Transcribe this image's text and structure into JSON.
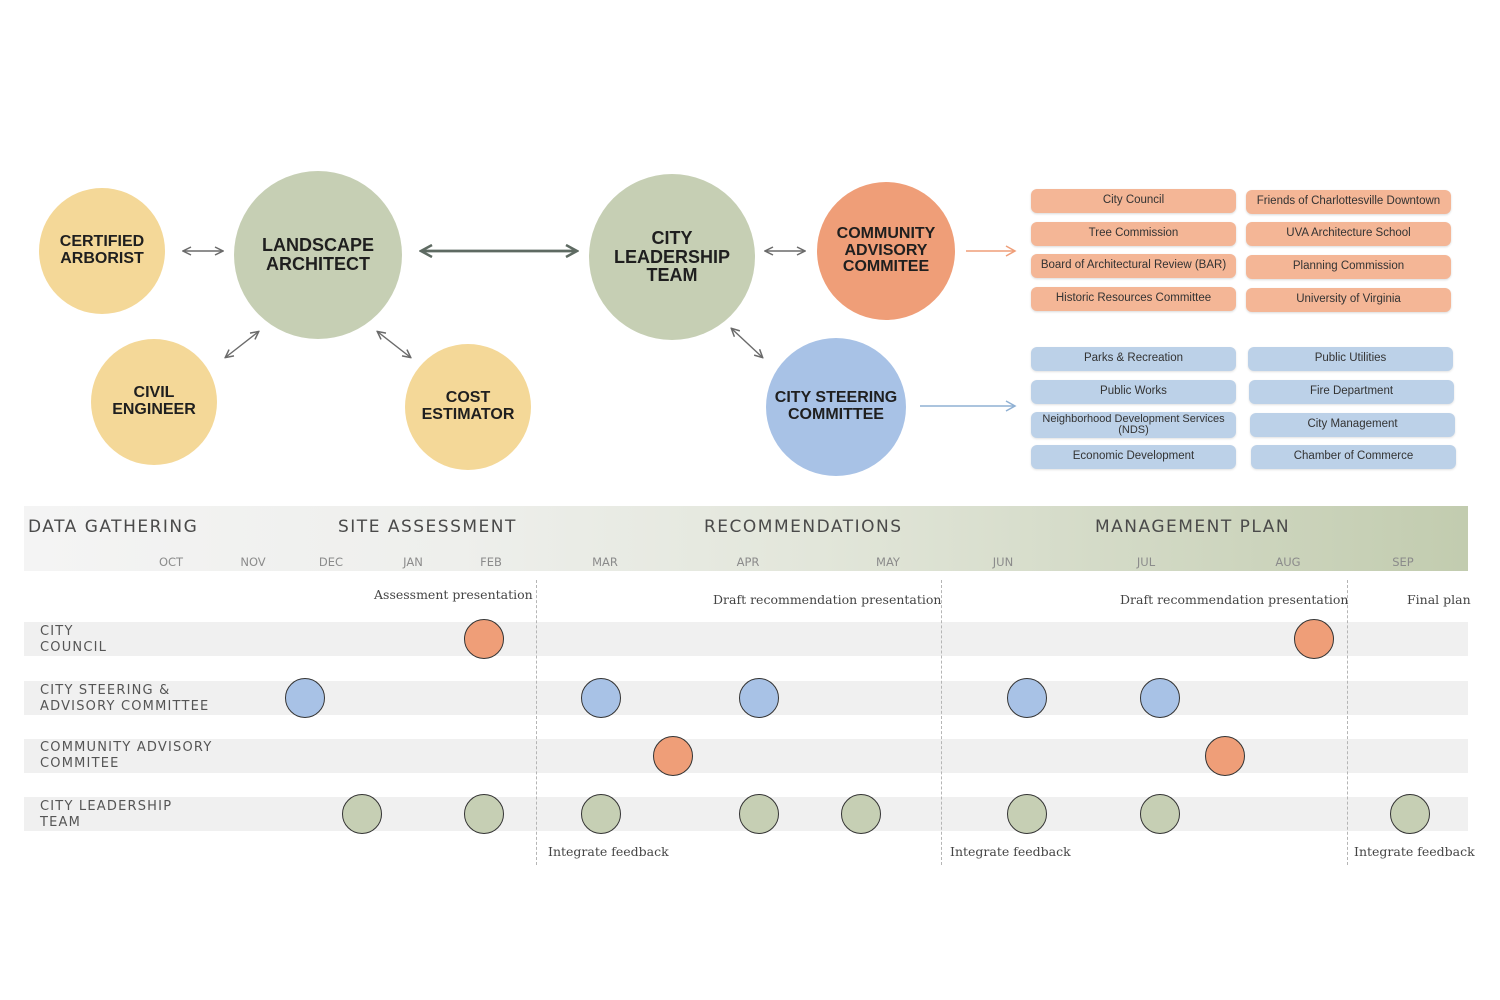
{
  "colors": {
    "yellow": "#f4d898",
    "green": "#c6cfb4",
    "orange": "#ef9e78",
    "blue": "#a8c2e6",
    "pill_orange": "#f4b696",
    "pill_blue": "#bcd1e8",
    "phase_band_start": "#f2f2f2",
    "phase_band_end": "#c2ccaf",
    "arrow": "#5a5a5a",
    "arrow_orange": "#ef9e78",
    "arrow_blue": "#8fb0d3"
  },
  "diagram": {
    "circles": {
      "certified_arborist": "CERTIFIED\nARBORIST",
      "landscape_architect": "LANDSCAPE\nARCHITECT",
      "civil_engineer": "CIVIL\nENGINEER",
      "cost_estimator": "COST\nESTIMATOR",
      "city_leadership_team": "CITY\nLEADERSHIP\nTEAM",
      "community_advisory_commitee": "COMMUNITY\nADVISORY\nCOMMITEE",
      "city_steering_committee": "CITY STEERING\nCOMMITTEE"
    },
    "advisory_members": [
      "City Council",
      "Friends of Charlottesville Downtown",
      "Tree Commission",
      "UVA Architecture School",
      "Board of Architectural Review (BAR)",
      "Planning Commission",
      "Historic Resources Committee",
      "University of Virginia"
    ],
    "steering_members": [
      "Parks & Recreation",
      "Public Utilities",
      "Public Works",
      "Fire Department",
      "Neighborhood Development Services (NDS)",
      "City Management",
      "Economic Development",
      "Chamber of Commerce"
    ]
  },
  "timeline": {
    "phases": [
      "DATA GATHERING",
      "SITE ASSESSMENT",
      "RECOMMENDATIONS",
      "MANAGEMENT PLAN"
    ],
    "months": [
      "OCT",
      "NOV",
      "DEC",
      "JAN",
      "FEB",
      "MAR",
      "APR",
      "MAY",
      "JUN",
      "JUL",
      "AUG",
      "SEP"
    ],
    "milestones": {
      "assessment": "Assessment presentation",
      "draft1": "Draft recommendation presentation",
      "draft2": "Draft recommendation presentation",
      "final": "Final plan"
    },
    "feedback": [
      "Integrate feedback",
      "Integrate feedback",
      "Integrate feedback"
    ],
    "rows": [
      {
        "label": "CITY\nCOUNCIL",
        "color": "orange"
      },
      {
        "label": "CITY STEERING &\nADVISORY COMMITTEE",
        "color": "blue"
      },
      {
        "label": "COMMUNITY ADVISORY\nCOMMITEE",
        "color": "orange"
      },
      {
        "label": "CITY LEADERSHIP\nTEAM",
        "color": "green"
      }
    ]
  }
}
